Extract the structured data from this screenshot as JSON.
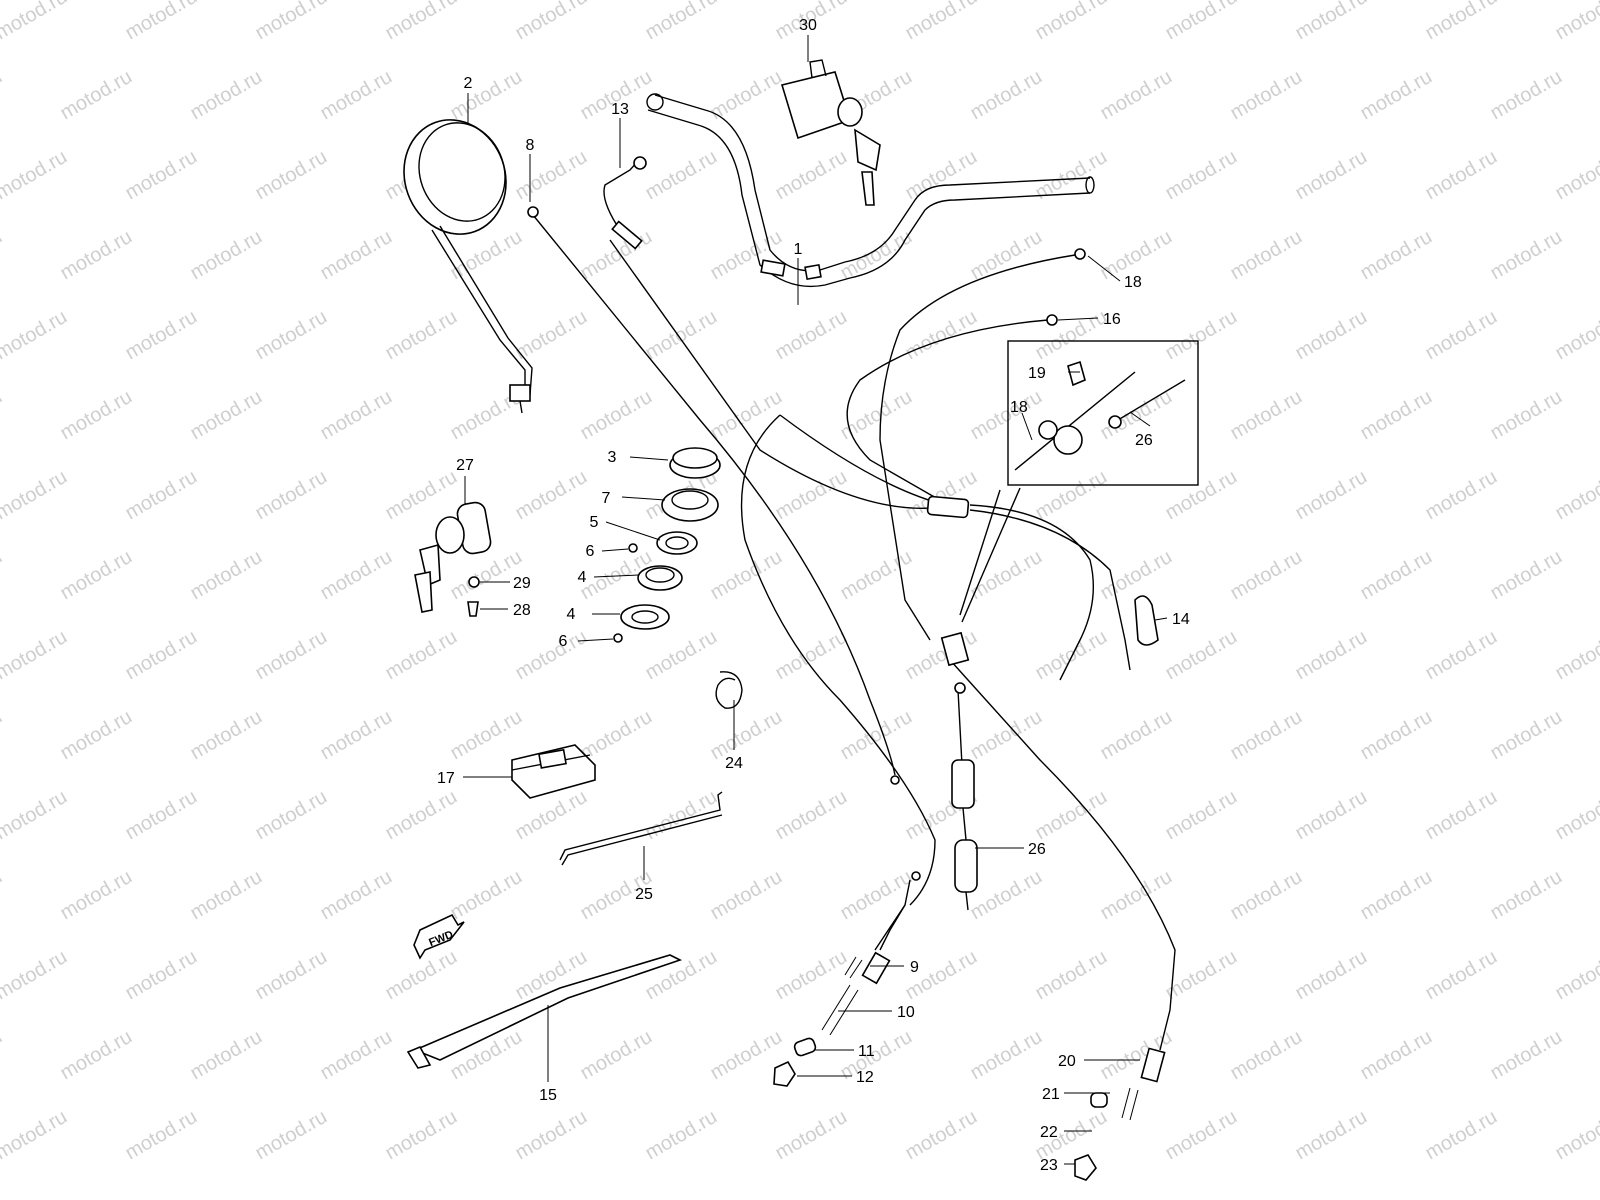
{
  "watermark": "motod.ru",
  "fwd_label": "FWD",
  "labels": {
    "l1": "1",
    "l2": "2",
    "l3": "3",
    "l4a": "4",
    "l4b": "4",
    "l5": "5",
    "l6a": "6",
    "l6b": "6",
    "l7": "7",
    "l8": "8",
    "l9": "9",
    "l10": "10",
    "l11": "11",
    "l12": "12",
    "l13": "13",
    "l14": "14",
    "l15": "15",
    "l16": "16",
    "l17": "17",
    "l18a": "18",
    "l18b": "18",
    "l19": "19",
    "l20": "20",
    "l21": "21",
    "l22": "22",
    "l23": "23",
    "l24": "24",
    "l25": "25",
    "l26a": "26",
    "l26b": "26",
    "l27": "27",
    "l28": "28",
    "l29": "29",
    "l30": "30"
  }
}
